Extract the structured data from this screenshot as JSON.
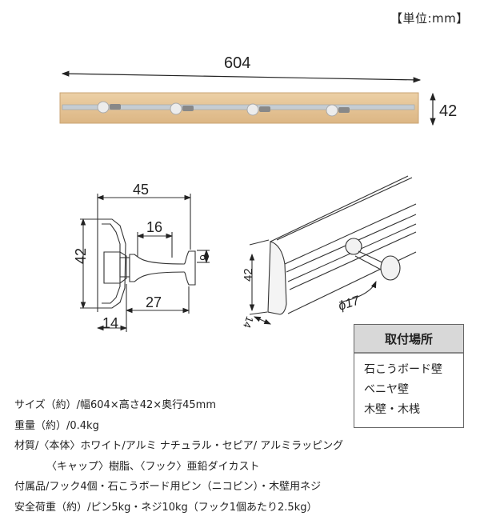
{
  "unit_label": "【単位:mm】",
  "front_view": {
    "width_dim": "604",
    "height_dim": "42",
    "colors": {
      "wood": "#e8c89a",
      "wood_edge": "#caa06c",
      "rail": "#bfc6cc",
      "hook": "#e6e6e6"
    },
    "hook_count": 4
  },
  "section_view": {
    "dims": {
      "depth": "45",
      "pin_len": "16",
      "height": "42",
      "head": "6",
      "reach": "27",
      "rail": "14"
    }
  },
  "perspective_view": {
    "dims": {
      "height": "42",
      "rail": "14",
      "diameter": "ϕ17"
    }
  },
  "mount_table": {
    "title": "取付場所",
    "rows": [
      "石こうボード壁",
      "ベニヤ壁",
      "木壁・木桟"
    ]
  },
  "specs": [
    "サイズ（約）/幅604×高さ42×奥行45mm",
    "重量（約）/0.4kg",
    "材質/〈本体〉ホワイト/アルミ ナチュラル・セピア/ アルミラッピング",
    "〈キャップ〉樹脂、〈フック〉亜鉛ダイカスト",
    "付属品/フック4個・石こうボード用ピン（ニコピン）・木壁用ネジ",
    "安全荷重（約）/ピン5kg・ネジ10kg（フック1個あたり2.5kg）"
  ]
}
